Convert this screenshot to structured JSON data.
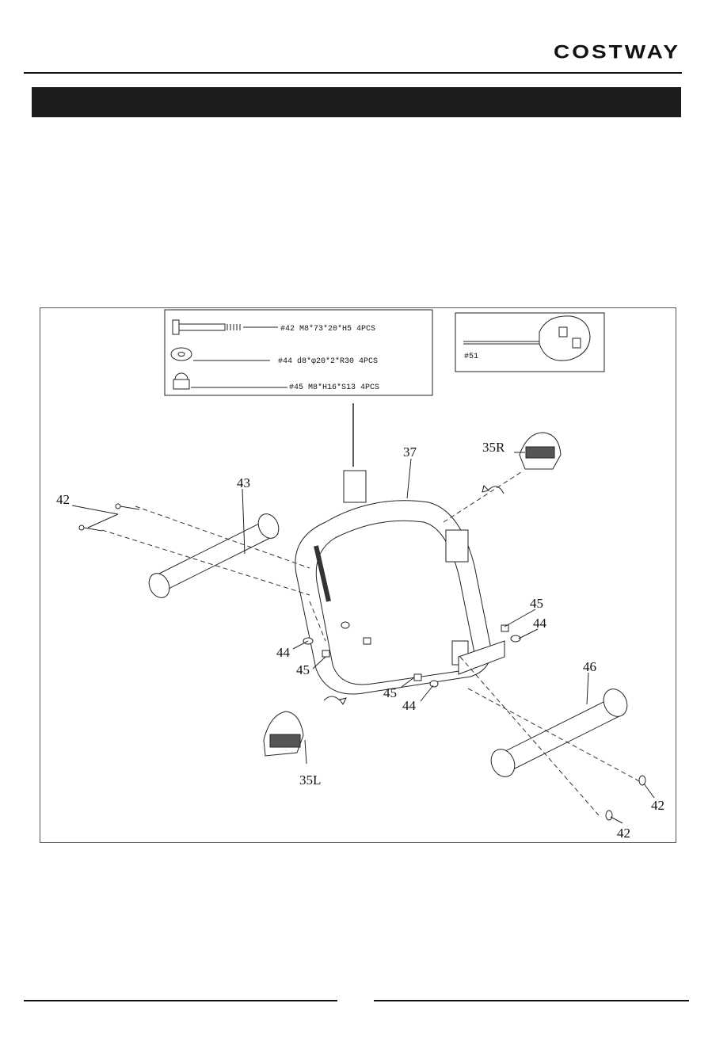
{
  "header": {
    "logo_text": "COSTWAY"
  },
  "hardware": {
    "items": [
      {
        "label": "#42 M8*73*20*H5 4PCS"
      },
      {
        "label": "#44 d8*φ20*2*R30 4PCS"
      },
      {
        "label": "#45 M8*H16*S13 4PCS"
      }
    ],
    "tool_label": "#51"
  },
  "callouts": {
    "c42a": "42",
    "c43": "43",
    "c37": "37",
    "c35R": "35R",
    "c45a": "45",
    "c44a": "44",
    "c44b": "44",
    "c45b": "45",
    "c46": "46",
    "c45c": "45",
    "c44c": "44",
    "c35L": "35L",
    "c42b": "42",
    "c42c": "42"
  }
}
